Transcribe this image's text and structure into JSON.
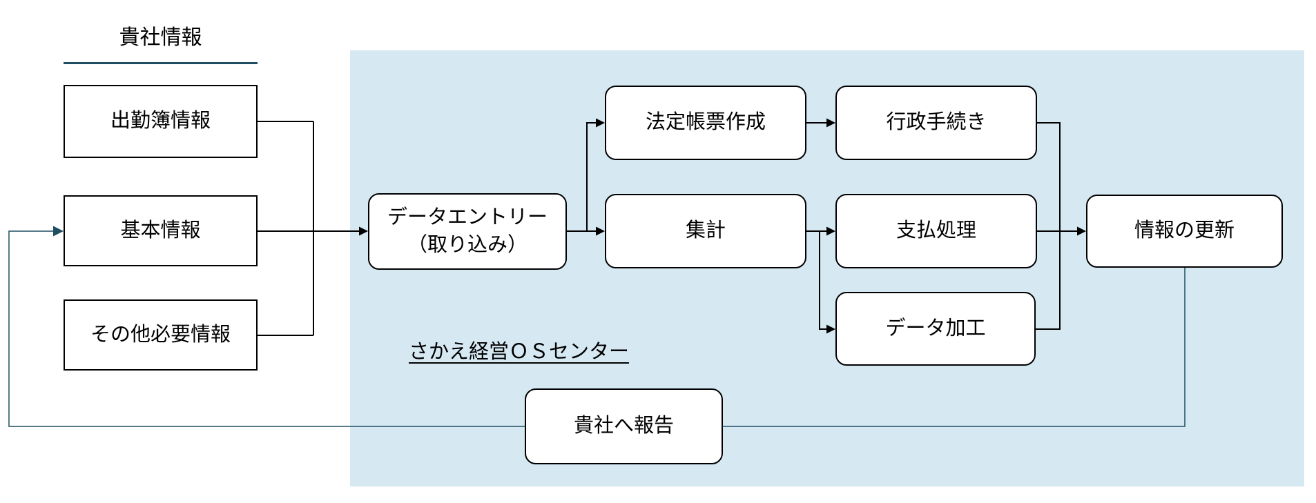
{
  "diagram": {
    "title": "貴社情報",
    "company_inputs": [
      "出勤簿情報",
      "基本情報",
      "その他必要情報"
    ],
    "os_center_label": "さかえ経営ＯＳセンター",
    "nodes": {
      "data_entry": "データエントリー\n（取り込み）",
      "legal_forms": "法定帳票作成",
      "admin_procedures": "行政手続き",
      "aggregation": "集計",
      "payment_processing": "支払処理",
      "data_processing": "データ加工",
      "information_update": "情報の更新",
      "report_to_company": "貴社へ報告"
    },
    "edges": [
      {
        "from": "出勤簿情報",
        "to": "データエントリー（取り込み）"
      },
      {
        "from": "基本情報",
        "to": "データエントリー（取り込み）"
      },
      {
        "from": "その他必要情報",
        "to": "データエントリー（取り込み）"
      },
      {
        "from": "データエントリー（取り込み）",
        "to": "法定帳票作成"
      },
      {
        "from": "データエントリー（取り込み）",
        "to": "集計"
      },
      {
        "from": "法定帳票作成",
        "to": "行政手続き"
      },
      {
        "from": "集計",
        "to": "支払処理"
      },
      {
        "from": "集計",
        "to": "データ加工"
      },
      {
        "from": "行政手続き",
        "to": "情報の更新"
      },
      {
        "from": "支払処理",
        "to": "情報の更新"
      },
      {
        "from": "データ加工",
        "to": "情報の更新"
      },
      {
        "from": "情報の更新",
        "to": "基本情報",
        "via": "貴社へ報告"
      }
    ]
  },
  "colors": {
    "background": "#FFFFFF",
    "panel_bg": "#D6E8F2",
    "box_fill": "#FFFFFF",
    "box_border": "#000000",
    "connector": "#000000",
    "feedback_line": "#1F4E63",
    "text": "#000000"
  }
}
